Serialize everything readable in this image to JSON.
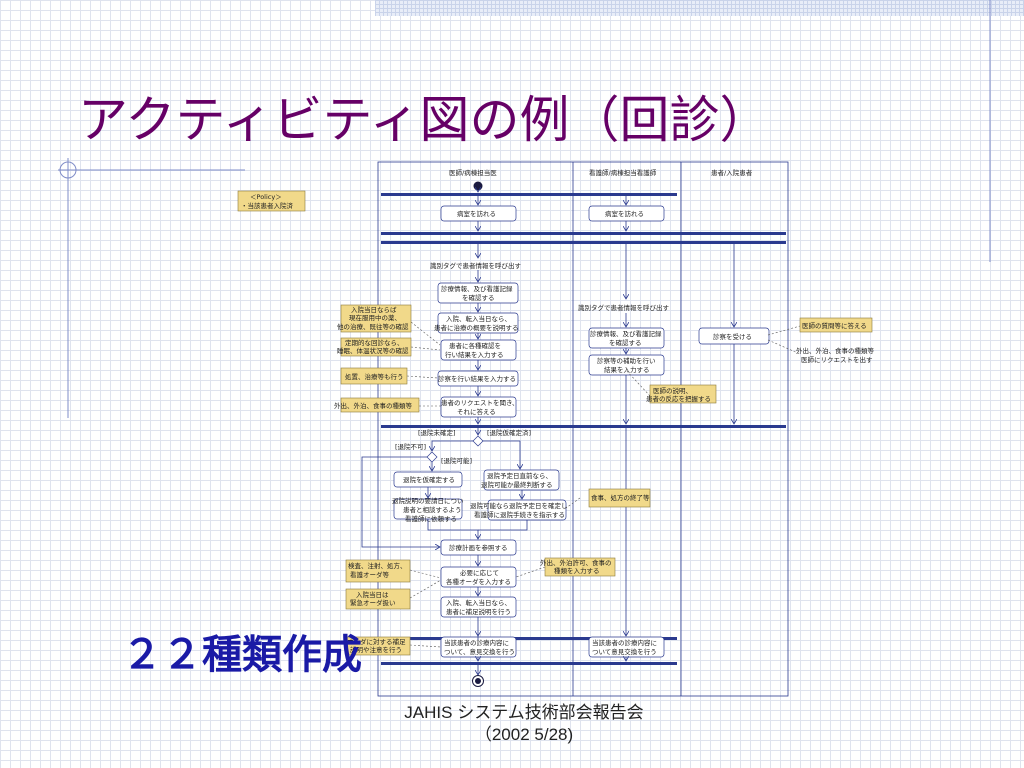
{
  "title": "アクティビティ図の例（回診）",
  "caption": "２２種類作成",
  "footer": {
    "line1": "JAHIS システム技術部会報告会",
    "line2": "（2002 5/28)"
  },
  "policy_note": {
    "line1": "＜Policy＞",
    "line2": "・当該患者入院済"
  },
  "swimlanes": [
    "医師/病棟担当医",
    "看護師/病棟担当看護師",
    "患者/入院患者"
  ],
  "activities": {
    "doctor_visit": "病室を訪れる",
    "nurse_visit": "病室を訪れる",
    "id_tag": "識別タグで患者情報を呼び出す",
    "check_records_1": "診療情報、及び看護記録",
    "check_records_2": "を確認する",
    "explain_1": "入院、転入当日なら、",
    "explain_2": "患者に治療の概要を説明する",
    "confirm_1": "患者に各種確認を",
    "confirm_2": "行い結果を入力する",
    "exam_input": "診察を行い結果を入力する",
    "request_1": "患者のリクエストを聞き、",
    "request_2": "それに答える",
    "nurse_id_tag": "識別タグで患者情報を呼び出す",
    "nurse_check_1": "診療情報、及び看護記録",
    "nurse_check_2": "を確認する",
    "nurse_assist_1": "診察等の補助を行い",
    "nurse_assist_2": "結果を入力する",
    "patient_exam": "診察を受ける",
    "provisional_discharge": "退院を仮確定する",
    "discharge_judge_1": "退院予定日直前なら、",
    "discharge_judge_2": "退院可能か最終判断する",
    "consult_1": "退院説明の要請日につい",
    "consult_2": "患者と相談するよう",
    "consult_3": "看護師に依頼する",
    "notify_1": "退院可能なら退院予定日を確定し",
    "notify_2": "看護師に退院手続きを指示する",
    "refer_plan": "診療計画を参照する",
    "orders_1": "必要に応じて",
    "orders_2": "各種オーダを入力する",
    "supplement_1": "入院、転入当日なら、",
    "supplement_2": "患者に補足説明を行う",
    "doctor_exchange_1": "当該患者の診療内容に",
    "doctor_exchange_2": "ついて、意見交換を行う",
    "nurse_exchange_1": "当該患者の診療内容に",
    "nurse_exchange_2": "ついて意見交換を行う"
  },
  "guards": {
    "undecided": "[退院未確定]",
    "decided": "[退院仮確定済]",
    "not_possible": "[退院不可]",
    "possible": "[退院可能]"
  },
  "notes": {
    "left1": [
      "入院当日ならば",
      "現在服用中の薬、",
      "他の治療、既往等の確認"
    ],
    "left2": [
      "定期的な回診なら、",
      "睡眠、体温状況等の確認"
    ],
    "left3": [
      "処置、治療等も行う"
    ],
    "left4": [
      "外出、外泊、食事の種類等"
    ],
    "left5": [
      "検査、注射、処方、",
      "看護オーダ等"
    ],
    "left6": [
      "入院当日は",
      "緊急オーダ扱い"
    ],
    "left7": [
      "オーダに対する補足",
      "説明や注意を行う"
    ],
    "right_meal": [
      "食事、処方の終了等"
    ],
    "right_outing": [
      "外出、外泊許可、食事の",
      "種類を入力する"
    ],
    "right_doctor_explain": [
      "医師の説明、",
      "患者の反応を把握する"
    ],
    "right_answer": [
      "医師の質問等に答える"
    ],
    "right_request": [
      "外出、外泊、食事の種類等",
      "医師にリクエストを出す"
    ]
  }
}
